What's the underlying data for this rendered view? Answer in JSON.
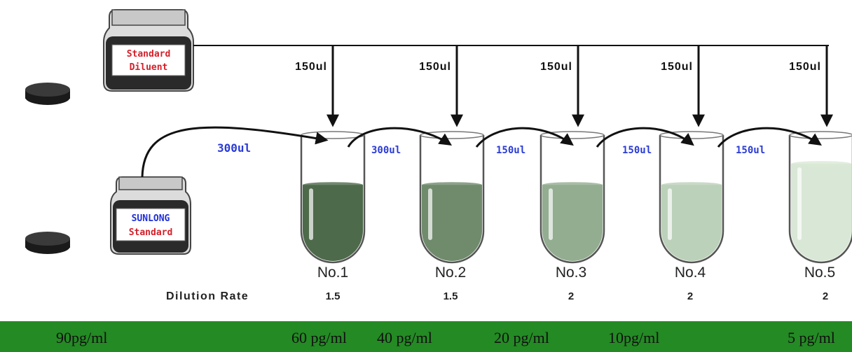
{
  "diluent_jar": {
    "line1": "Standard",
    "line2": "Diluent"
  },
  "standard_jar": {
    "line1": "SUNLONG",
    "line2": "Standard"
  },
  "diluent_additions": [
    "150ul",
    "150ul",
    "150ul",
    "150ul",
    "150ul"
  ],
  "transfers": [
    "300ul",
    "300ul",
    "150ul",
    "150ul",
    "150ul"
  ],
  "tubes": [
    {
      "label": "No.1",
      "rate": "1.5",
      "fill": 0.48,
      "color": "#4d6a4a"
    },
    {
      "label": "No.2",
      "rate": "1.5",
      "fill": 0.48,
      "color": "#6f8b6c"
    },
    {
      "label": "No.3",
      "rate": "2",
      "fill": 0.48,
      "color": "#93ad90"
    },
    {
      "label": "No.4",
      "rate": "2",
      "fill": 0.48,
      "color": "#bcd1b9"
    },
    {
      "label": "No.5",
      "rate": "2",
      "fill": 0.7,
      "color": "#d9e8d6"
    }
  ],
  "dilution_rate_label": "Dilution Rate",
  "concentrations": [
    "90pg/ml",
    "60 pg/ml",
    "40 pg/ml",
    "20 pg/ml",
    "10pg/ml",
    "5 pg/ml"
  ],
  "colors": {
    "bar": "#248a24",
    "label_red": "#d4202a",
    "label_blue": "#1f2fd8",
    "arrow": "#111111"
  }
}
